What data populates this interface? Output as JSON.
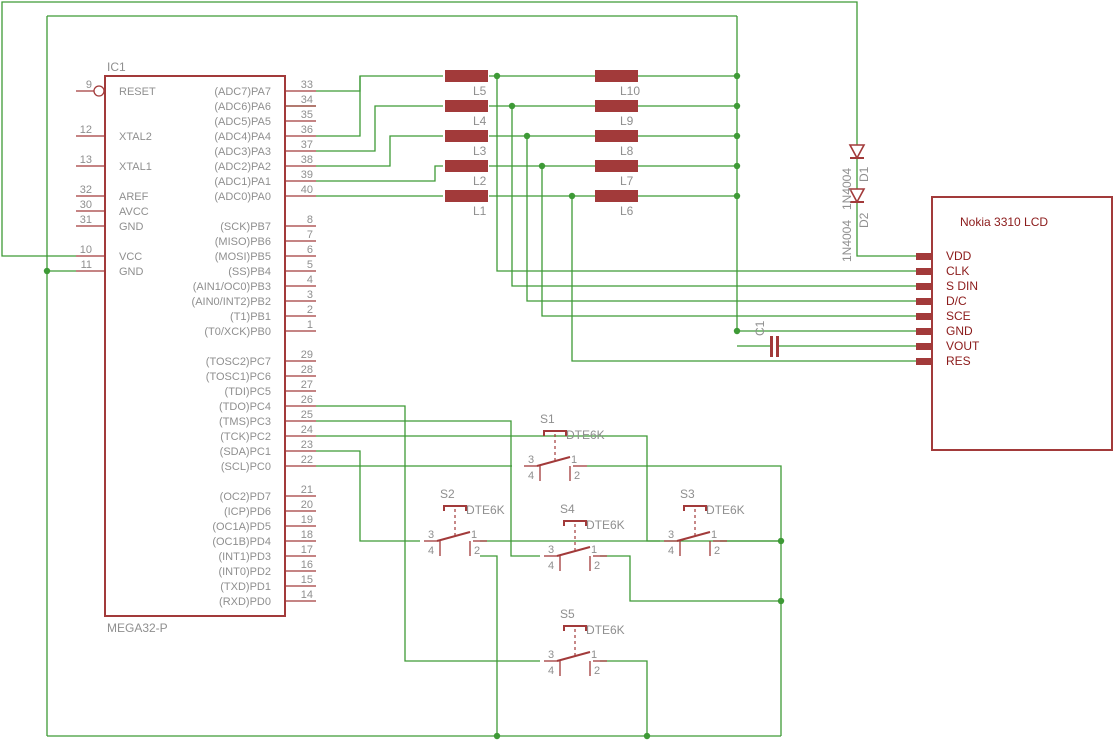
{
  "ic": {
    "name": "IC1",
    "value": "MEGA32-P",
    "left_pins": [
      {
        "num": "9",
        "name": "RESET"
      },
      {
        "num": "12",
        "name": "XTAL2"
      },
      {
        "num": "13",
        "name": "XTAL1"
      },
      {
        "num": "32",
        "name": "AREF"
      },
      {
        "num": "30",
        "name": "AVCC"
      },
      {
        "num": "31",
        "name": "GND"
      },
      {
        "num": "10",
        "name": "VCC"
      },
      {
        "num": "11",
        "name": "GND"
      }
    ],
    "right_pins": [
      {
        "num": "33",
        "name": "(ADC7)PA7"
      },
      {
        "num": "34",
        "name": "(ADC6)PA6"
      },
      {
        "num": "35",
        "name": "(ADC5)PA5"
      },
      {
        "num": "36",
        "name": "(ADC4)PA4"
      },
      {
        "num": "37",
        "name": "(ADC3)PA3"
      },
      {
        "num": "38",
        "name": "(ADC2)PA2"
      },
      {
        "num": "39",
        "name": "(ADC1)PA1"
      },
      {
        "num": "40",
        "name": "(ADC0)PA0"
      },
      {
        "num": "8",
        "name": "(SCK)PB7"
      },
      {
        "num": "7",
        "name": "(MISO)PB6"
      },
      {
        "num": "6",
        "name": "(MOSI)PB5"
      },
      {
        "num": "5",
        "name": "(SS)PB4"
      },
      {
        "num": "4",
        "name": "(AIN1/OC0)PB3"
      },
      {
        "num": "3",
        "name": "(AIN0/INT2)PB2"
      },
      {
        "num": "2",
        "name": "(T1)PB1"
      },
      {
        "num": "1",
        "name": "(T0/XCK)PB0"
      },
      {
        "num": "29",
        "name": "(TOSC2)PC7"
      },
      {
        "num": "28",
        "name": "(TOSC1)PC6"
      },
      {
        "num": "27",
        "name": "(TDI)PC5"
      },
      {
        "num": "26",
        "name": "(TDO)PC4"
      },
      {
        "num": "25",
        "name": "(TMS)PC3"
      },
      {
        "num": "24",
        "name": "(TCK)PC2"
      },
      {
        "num": "23",
        "name": "(SDA)PC1"
      },
      {
        "num": "22",
        "name": "(SCL)PC0"
      },
      {
        "num": "21",
        "name": "(OC2)PD7"
      },
      {
        "num": "20",
        "name": "(ICP)PD6"
      },
      {
        "num": "19",
        "name": "(OC1A)PD5"
      },
      {
        "num": "18",
        "name": "(OC1B)PD4"
      },
      {
        "num": "17",
        "name": "(INT1)PD3"
      },
      {
        "num": "16",
        "name": "(INT0)PD2"
      },
      {
        "num": "15",
        "name": "(TXD)PD1"
      },
      {
        "num": "14",
        "name": "(RXD)PD0"
      }
    ]
  },
  "inductors": [
    "L5",
    "L4",
    "L3",
    "L2",
    "L1",
    "L10",
    "L9",
    "L8",
    "L7",
    "L6"
  ],
  "diodes": [
    {
      "name": "D1",
      "value": "1N4004"
    },
    {
      "name": "D2",
      "value": "1N4004"
    }
  ],
  "capacitor": {
    "name": "C1"
  },
  "switches": [
    {
      "name": "S1",
      "value": "DTE6K",
      "pins": [
        "3",
        "4",
        "1",
        "2"
      ]
    },
    {
      "name": "S2",
      "value": "DTE6K",
      "pins": [
        "3",
        "4",
        "1",
        "2"
      ]
    },
    {
      "name": "S3",
      "value": "DTE6K",
      "pins": [
        "3",
        "4",
        "1",
        "2"
      ]
    },
    {
      "name": "S4",
      "value": "DTE6K",
      "pins": [
        "3",
        "4",
        "1",
        "2"
      ]
    },
    {
      "name": "S5",
      "value": "DTE6K",
      "pins": [
        "3",
        "4",
        "1",
        "2"
      ]
    }
  ],
  "lcd": {
    "title": "Nokia 3310 LCD",
    "pins": [
      "VDD",
      "CLK",
      "S DIN",
      "D/C",
      "SCE",
      "GND",
      "VOUT",
      "RES"
    ]
  },
  "colors": {
    "wire": "#3e9a36",
    "part": "#a23a3a",
    "label": "#8f8f8f",
    "lcd_text": "#8b1a1a"
  }
}
